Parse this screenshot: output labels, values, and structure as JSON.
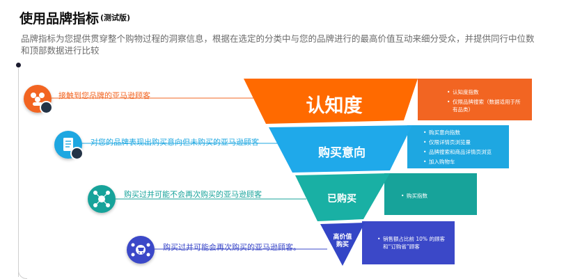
{
  "header": {
    "title": "使用品牌指标",
    "badge": "(测试版)",
    "description": "品牌指标为您提供贯穿整个购物过程的洞察信息，根据在选定的分类中与您的品牌进行的最高价值互动来细分受众，并提供同行中位数和顶部数据进行比较"
  },
  "colors": {
    "awareness": "#f26522",
    "consideration": "#1ea7e1",
    "purchased": "#17a39a",
    "high_value": "#3b48c8"
  },
  "stages": [
    {
      "name": "认知度",
      "row_label": "接触到您品牌的亚马逊顾客",
      "icon": "people-icon",
      "bullets": [
        "认知度指数",
        "仅限品牌搜索（数据适用于所有品类）"
      ]
    },
    {
      "name": "购买意向",
      "row_label": "对您的品牌表现出购买意向但未购买的亚马逊顾客",
      "icon": "document-icon",
      "bullets": [
        "购买意向指数",
        "仅限详情页浏览量",
        "品牌搜索和商品详情页浏览",
        "加入购物车"
      ]
    },
    {
      "name": "已购买",
      "row_label": "购买过并可能不会再次购买的亚马逊顾客",
      "icon": "network-icon",
      "bullets": [
        "购买指数"
      ]
    },
    {
      "name": "高价值\n购买",
      "row_label": "购买过并可能会再次购买的亚马逊顾客。",
      "icon": "cart-network-icon",
      "bullets": [
        "销售额占比前 10% 的顾客和“订购省”顾客"
      ]
    }
  ]
}
